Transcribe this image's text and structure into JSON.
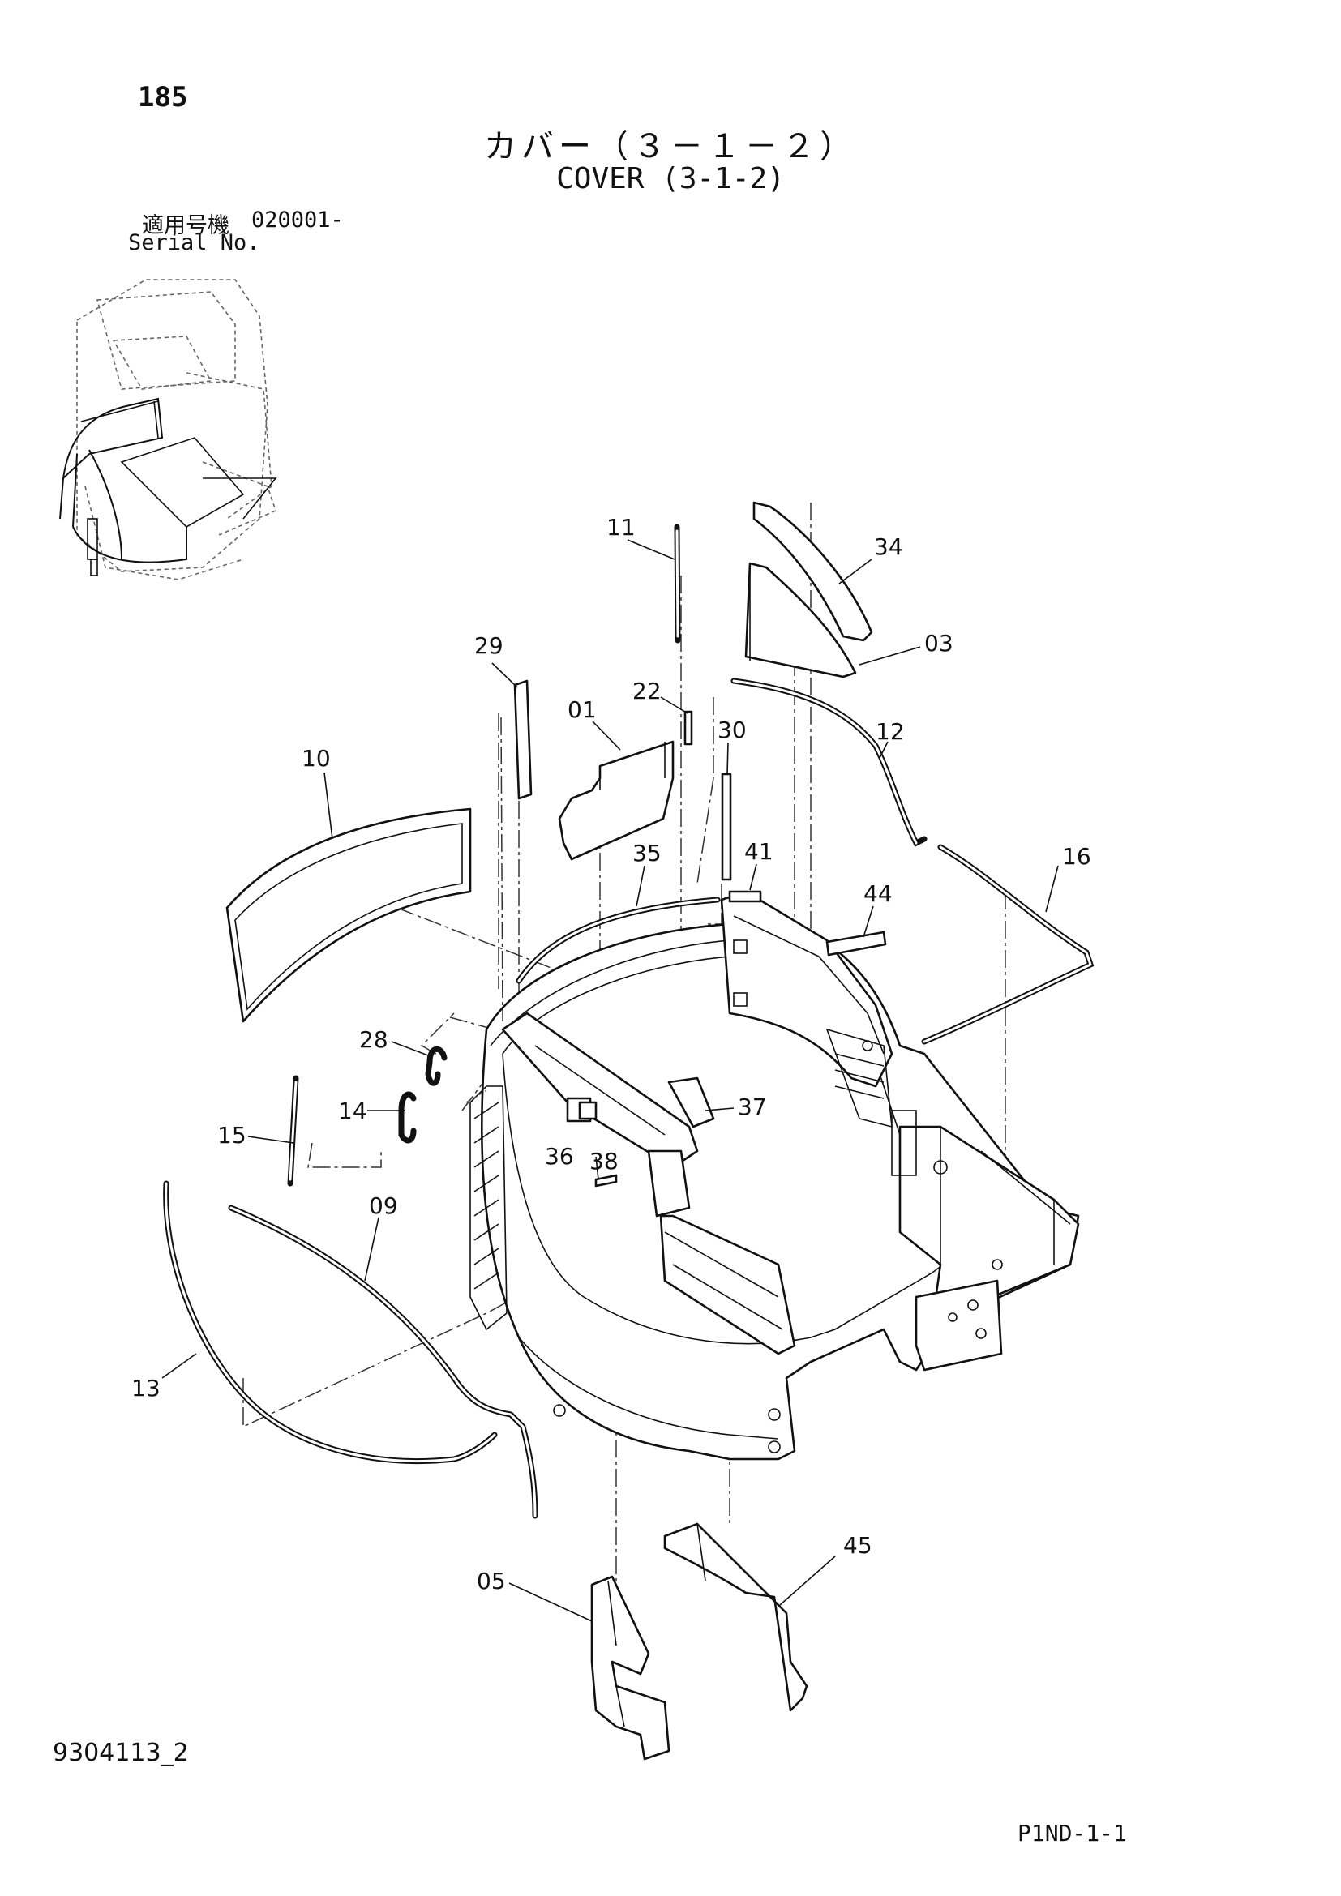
{
  "header": {
    "page_number": "185",
    "title_jp": "カバー（３－１－２）",
    "title_en": "COVER (3-1-2)",
    "serial_label_jp": "適用号機",
    "serial_number": "020001-",
    "serial_label_en": "Serial No."
  },
  "footer": {
    "document_code": "9304113_2",
    "page_reference": "P1ND-1-1"
  },
  "callouts": [
    "11",
    "34",
    "03",
    "29",
    "22",
    "01",
    "30",
    "12",
    "10",
    "35",
    "41",
    "16",
    "44",
    "28",
    "37",
    "14",
    "15",
    "36",
    "38",
    "09",
    "13",
    "45",
    "05"
  ]
}
